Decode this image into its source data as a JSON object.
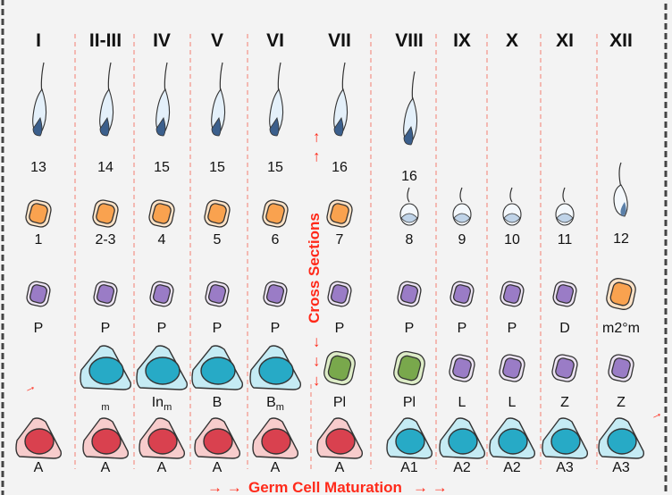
{
  "title_axis": {
    "vertical_label": "Cross Sections",
    "bottom_label": "Germ Cell Maturation"
  },
  "colors": {
    "background": "#f3f3f3",
    "accent_red": "#ff2a1a",
    "round_spermatid": "#f9a24f",
    "spermatocyte": "#9a7cc6",
    "spermatogonia_b": "#27aac6",
    "preleptotene": "#79a84c",
    "spermatogonia_a": "#d9414f"
  },
  "columns": [
    {
      "stage": "I",
      "elong": "13",
      "round": "1",
      "row3": {
        "type": "purple",
        "label": "P"
      },
      "row4": null,
      "row5": {
        "type": "red",
        "label": "A"
      }
    },
    {
      "stage": "II-III",
      "elong": "14",
      "round": "2-3",
      "row3": {
        "type": "purple",
        "label": "P"
      },
      "row4": {
        "type": "blue",
        "label": "",
        "sub": "m"
      },
      "row5": {
        "type": "red",
        "label": "A"
      }
    },
    {
      "stage": "IV",
      "elong": "15",
      "round": "4",
      "row3": {
        "type": "purple",
        "label": "P"
      },
      "row4": {
        "type": "blue",
        "label": "In",
        "sub": "m"
      },
      "row5": {
        "type": "red",
        "label": "A"
      }
    },
    {
      "stage": "V",
      "elong": "15",
      "round": "5",
      "row3": {
        "type": "purple",
        "label": "P"
      },
      "row4": {
        "type": "blue",
        "label": "B",
        "sub": ""
      },
      "row5": {
        "type": "red",
        "label": "A"
      }
    },
    {
      "stage": "VI",
      "elong": "15",
      "round": "6",
      "row3": {
        "type": "purple",
        "label": "P"
      },
      "row4": {
        "type": "blue",
        "label": "B",
        "sub": "m"
      },
      "row5": {
        "type": "red",
        "label": "A"
      }
    },
    {
      "stage": "VII",
      "elong": "16",
      "round": "7",
      "row3": {
        "type": "purple",
        "label": "P"
      },
      "row4": {
        "type": "green",
        "label": "Pl",
        "sub": ""
      },
      "row5": {
        "type": "red",
        "label": "A"
      }
    },
    {
      "stage": "VIII",
      "elong": "16",
      "round": "8",
      "roundType": "cap",
      "row3": {
        "type": "purple",
        "label": "P"
      },
      "row4": {
        "type": "green",
        "label": "Pl",
        "sub": ""
      },
      "row5": {
        "type": "blue",
        "label": "A1"
      }
    },
    {
      "stage": "IX",
      "elong": null,
      "round": "9",
      "roundType": "cap",
      "row3": {
        "type": "purple",
        "label": "P"
      },
      "row4": {
        "type": "purpleS",
        "label": "L",
        "sub": ""
      },
      "row5": {
        "type": "blue",
        "label": "A2"
      }
    },
    {
      "stage": "X",
      "elong": null,
      "round": "10",
      "roundType": "cap",
      "row3": {
        "type": "purple",
        "label": "P"
      },
      "row4": {
        "type": "purpleS",
        "label": "L",
        "sub": ""
      },
      "row5": {
        "type": "blue",
        "label": "A2"
      }
    },
    {
      "stage": "XI",
      "elong": null,
      "round": "11",
      "roundType": "cap",
      "row3": {
        "type": "purple",
        "label": "D"
      },
      "row4": {
        "type": "purpleS",
        "label": "Z",
        "sub": ""
      },
      "row5": {
        "type": "blue",
        "label": "A3"
      }
    },
    {
      "stage": "XII",
      "elong": null,
      "round": "12",
      "roundType": "elongating",
      "row3": {
        "type": "orange",
        "label": "m2°m"
      },
      "row4": {
        "type": "purpleS",
        "label": "Z",
        "sub": ""
      },
      "row5": {
        "type": "blue",
        "label": "A3"
      }
    }
  ]
}
